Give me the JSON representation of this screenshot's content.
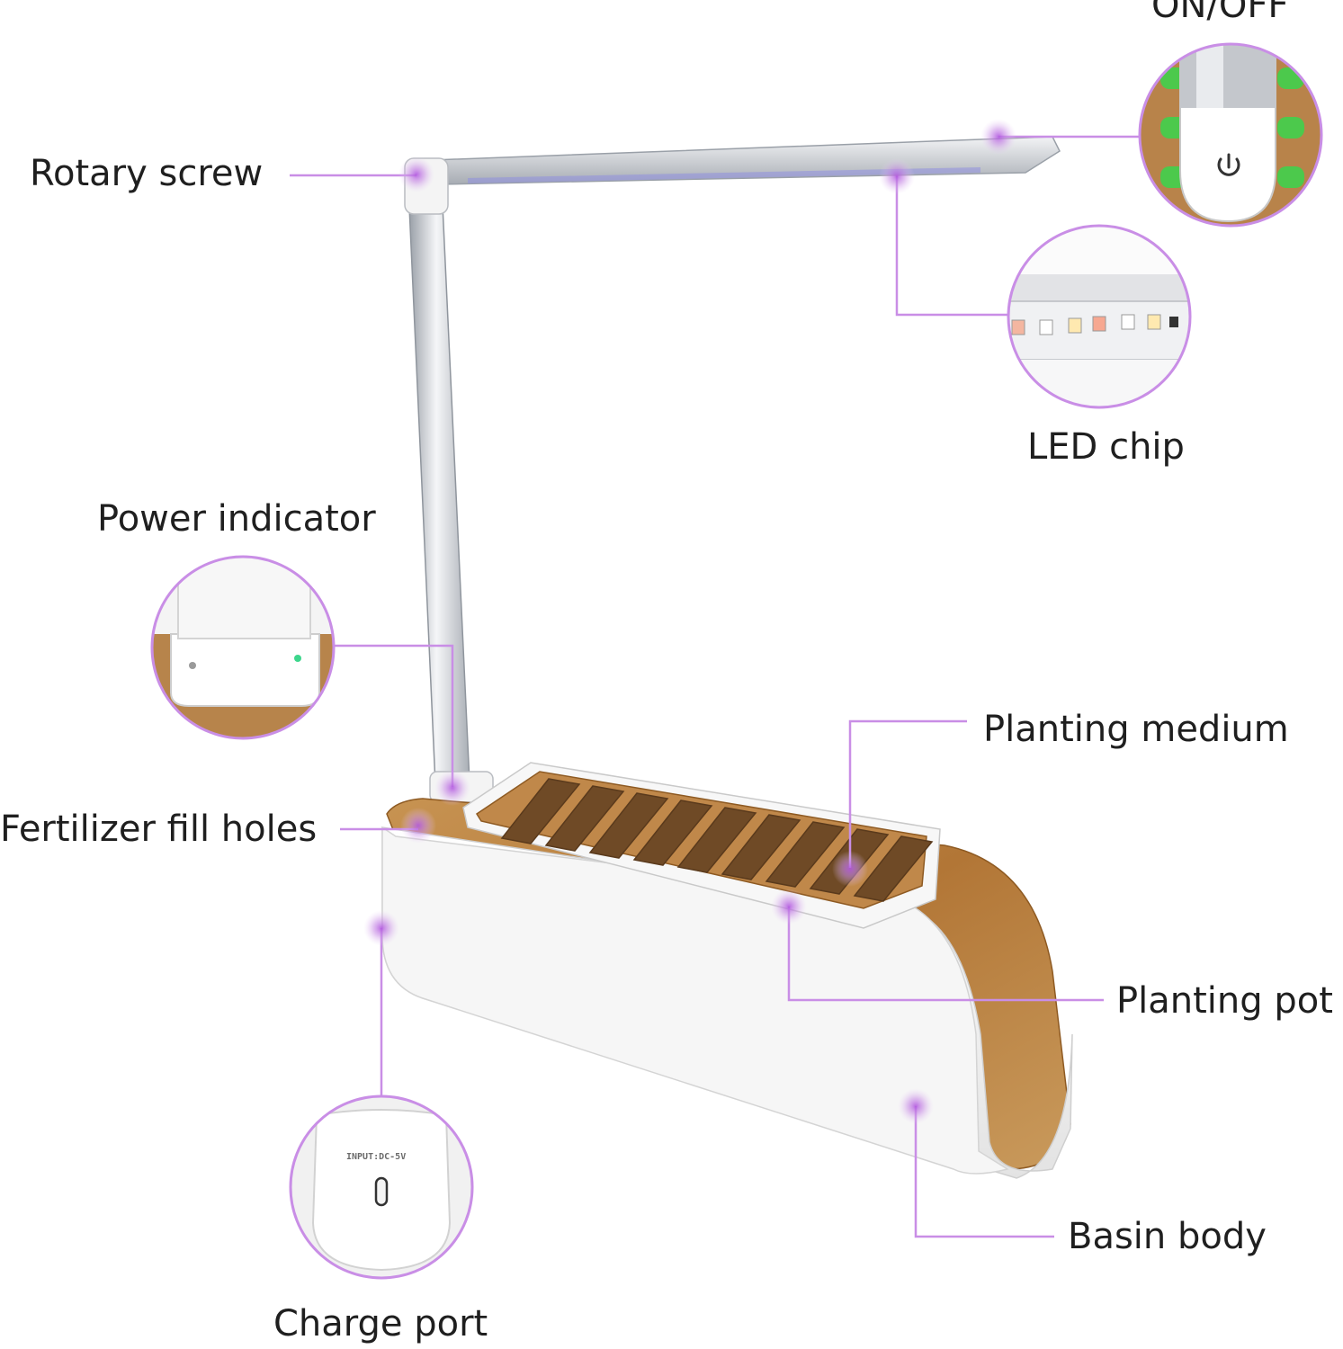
{
  "labels": {
    "on_off": "ON/OFF",
    "rotary_screw": "Rotary screw",
    "led_chip": "LED chip",
    "power_indicator": "Power indicator",
    "planting_medium": "Planting medium",
    "fertilizer_fill_holes": "Fertilizer fill holes",
    "planting_pot": "Planting pot",
    "basin_body": "Basin body",
    "charge_port": "Charge port"
  },
  "charge_port_stamp": "INPUT:DC-5V",
  "colors": {
    "callout": "#c98ee6",
    "marker": "#b35ae0",
    "wood": "#b9813f",
    "wood_dark": "#8e5a22",
    "basin_white": "#f3f3f3",
    "lamp_silver": "#d6d9de",
    "led_green": "#3dd68c",
    "switch_green": "#4cc94c"
  },
  "icons": [
    "power-icon",
    "usb-c-port-icon"
  ]
}
